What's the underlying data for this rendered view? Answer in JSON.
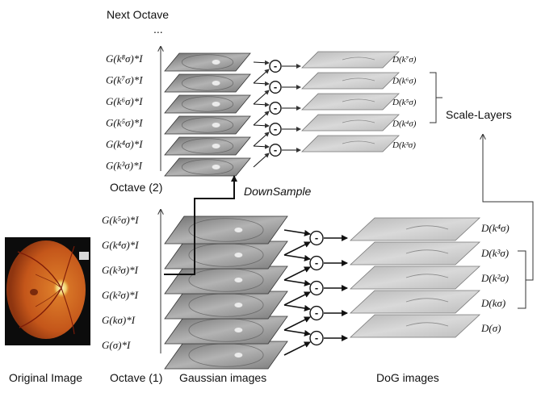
{
  "labels": {
    "next_octave": "Next Octave",
    "ellipsis": "...",
    "octave2": "Octave (2)",
    "octave1": "Octave (1)",
    "downsample": "DownSample",
    "scale_layers": "Scale-Layers",
    "original_image": "Original Image",
    "gaussian_images": "Gaussian images",
    "dog_images": "DoG images",
    "minus": "-"
  },
  "octave2": {
    "gaussian": [
      "G(k⁸σ)*I",
      "G(k⁷σ)*I",
      "G(k⁶σ)*I",
      "G(k⁵σ)*I",
      "G(k⁴σ)*I",
      "G(k³σ)*I"
    ],
    "dog": [
      "D(k⁷σ)",
      "D(k⁶σ)",
      "D(k⁵σ)",
      "D(k⁴σ)",
      "D(k³σ)"
    ]
  },
  "octave1": {
    "gaussian": [
      "G(k⁵σ)*I",
      "G(k⁴σ)*I",
      "G(k³σ)*I",
      "G(k²σ)*I",
      "G(kσ)*I",
      "G(σ)*I"
    ],
    "dog": [
      "D(k⁴σ)",
      "D(k³σ)",
      "D(k²σ)",
      "D(kσ)",
      "D(σ)"
    ]
  },
  "colors": {
    "retina_outer": "#a34312",
    "retina_inner": "#d46a1e",
    "retina_disc": "#f5e39a",
    "layer_gray": "#9b9b9b",
    "dog_gray": "#c8c8c8"
  }
}
